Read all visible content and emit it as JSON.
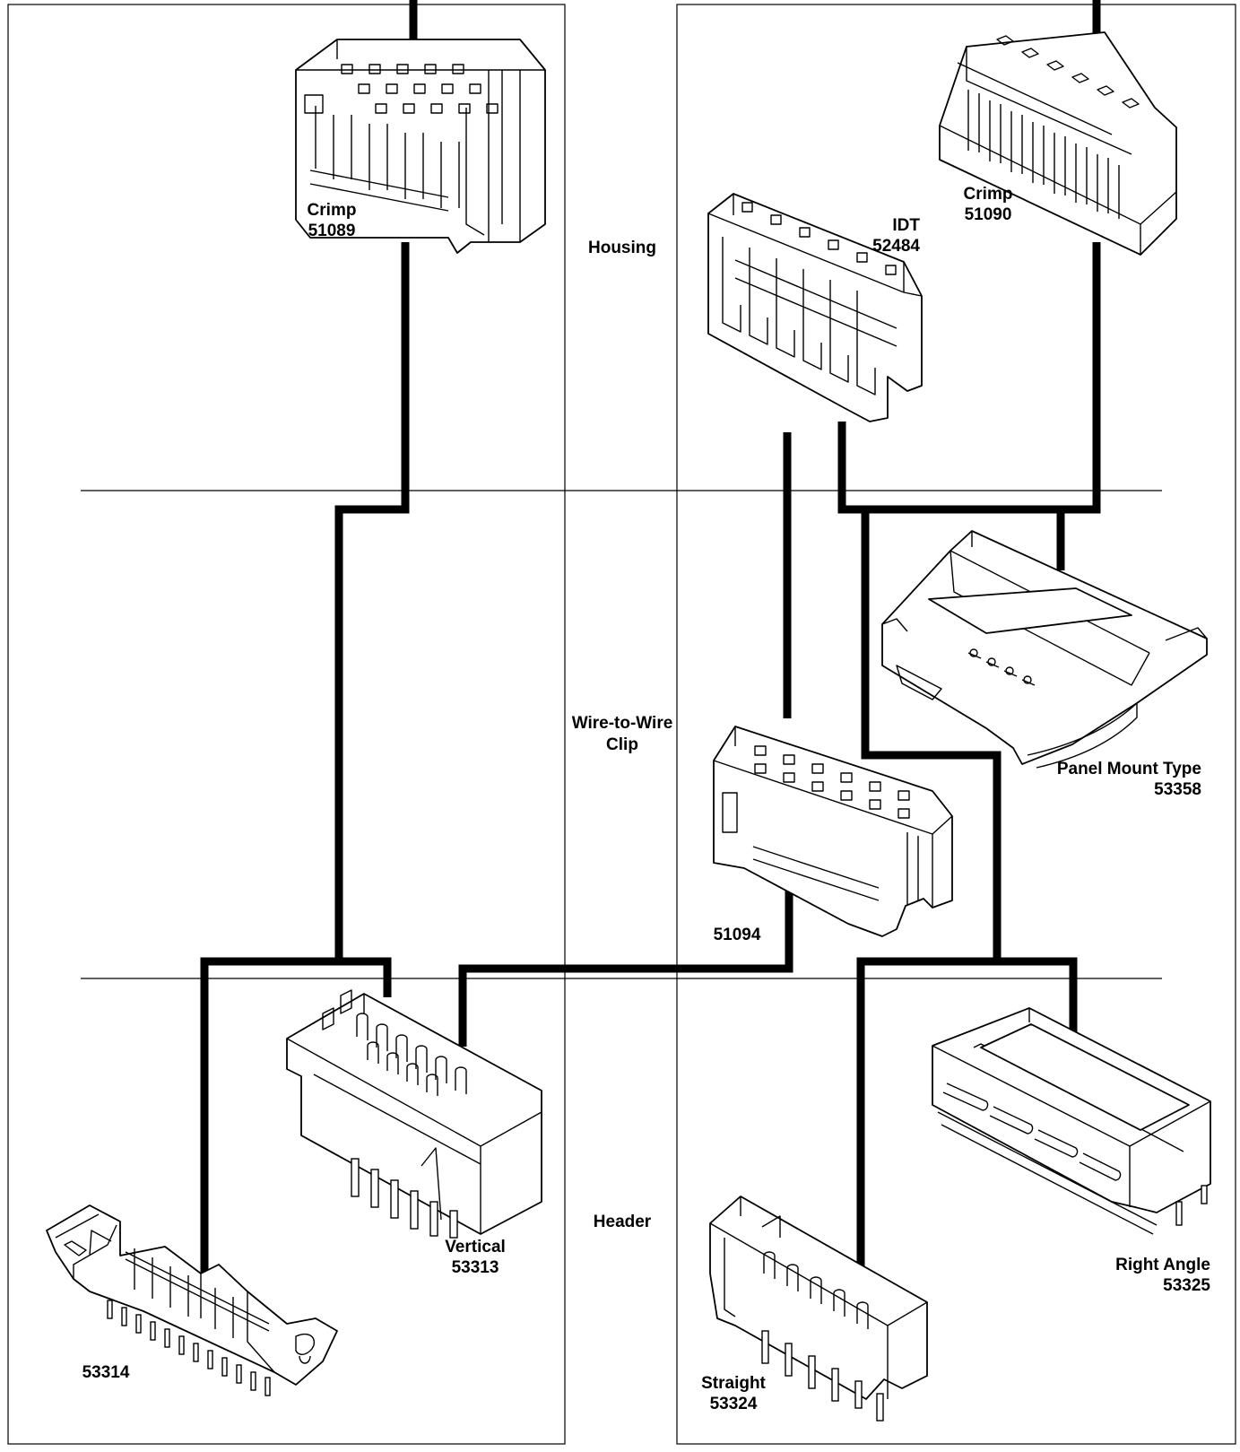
{
  "categories": {
    "housing": "Housing",
    "wire_to_wire_clip": [
      "Wire-to-Wire",
      "Clip"
    ],
    "header": "Header"
  },
  "parts": {
    "crimp_51089": [
      "Crimp",
      "51089"
    ],
    "crimp_51090": [
      "Crimp",
      "51090"
    ],
    "idt_52484": [
      "IDT",
      "52484"
    ],
    "panel_mount_53358": [
      "Panel Mount Type",
      "53358"
    ],
    "clip_51094": [
      "51094"
    ],
    "vertical_53313": [
      "Vertical",
      "53313"
    ],
    "header_53314": [
      "53314"
    ],
    "right_angle_53325": [
      "Right Angle",
      "53325"
    ],
    "straight_53324": [
      "Straight",
      "53324"
    ]
  }
}
